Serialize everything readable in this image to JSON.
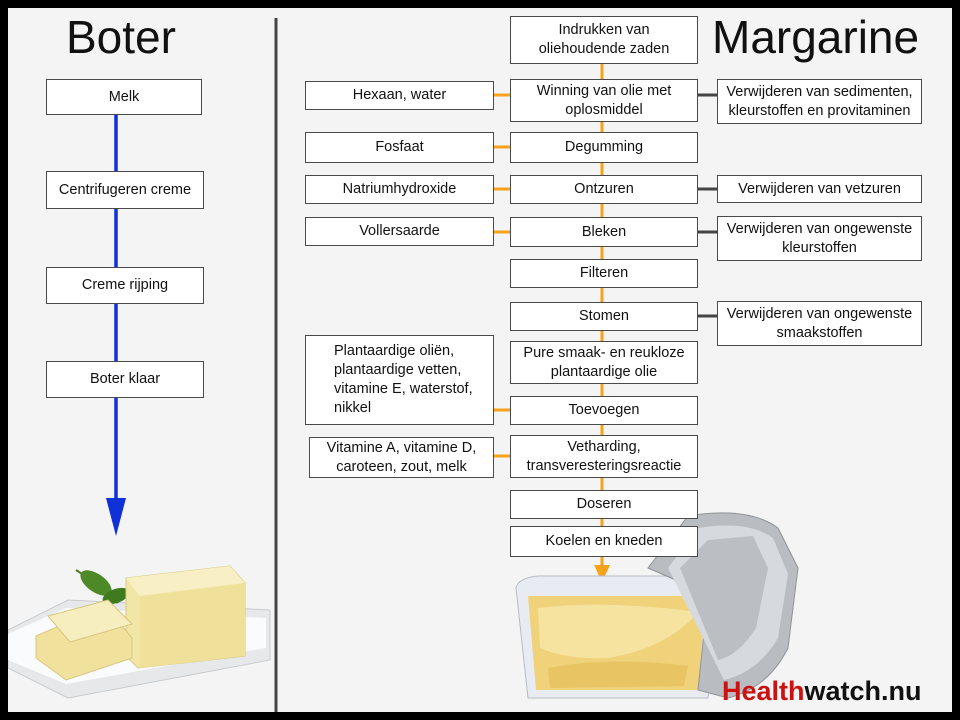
{
  "butter": {
    "title": "Boter",
    "steps": [
      "Melk",
      "Centrifugeren creme",
      "Creme rijping",
      "Boter klaar"
    ]
  },
  "margarine": {
    "title": "Margarine",
    "steps": [
      "Indrukken van oliehoudende zaden",
      "Winning van olie met oplosmiddel",
      "Degumming",
      "Ontzuren",
      "Bleken",
      "Filteren",
      "Stomen",
      "Pure smaak- en reukloze plantaardige olie",
      "Toevoegen",
      "Vetharding, transveresteringsreactie",
      "Doseren",
      "Koelen en kneden"
    ],
    "inputs": [
      "Hexaan, water",
      "Fosfaat",
      "Natriumhydroxide",
      "Vollersaarde",
      "Plantaardige oliën, plantaardige vetten, vitamine E, waterstof, nikkel",
      "Vitamine A, vitamine D, caroteen, zout, melk"
    ],
    "removals": [
      "Verwijderen van sedimenten, kleurstoffen en provitaminen",
      "Verwijderen van vetzuren",
      "Verwijderen van ongewenste kleurstoffen",
      "Verwijderen van ongewenste smaakstoffen"
    ]
  },
  "logo": {
    "part1": "Health",
    "part2": "watch.nu"
  },
  "colors": {
    "butter_arrow": "#1030d8",
    "margarine_connector": "#f7a21b",
    "removal_connector": "#444444",
    "logo_red": "#cc1111"
  }
}
